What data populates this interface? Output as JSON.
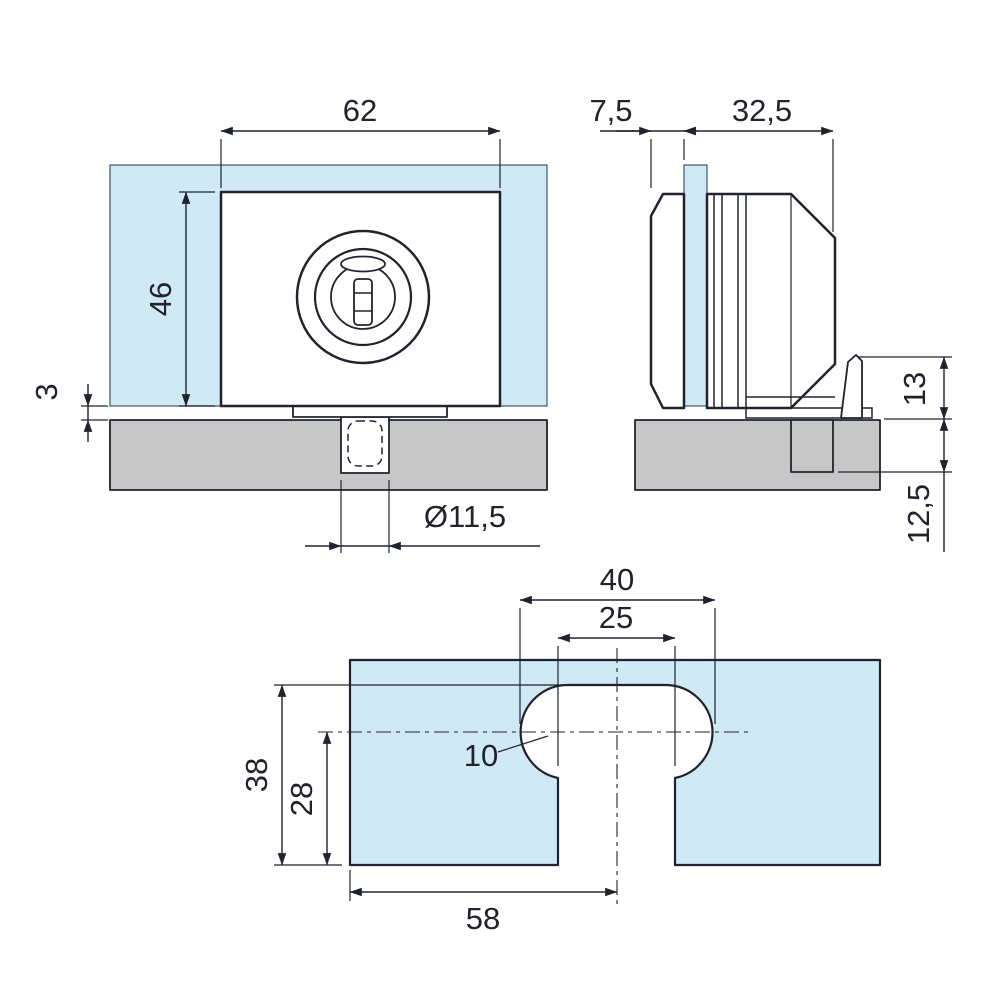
{
  "drawing": {
    "front_view": {
      "width_label": "62",
      "height_label": "46",
      "floor_gap_label": "3",
      "pin_diameter_label": "Ø11,5"
    },
    "side_view": {
      "glass_offset_label": "7,5",
      "body_depth_label": "32,5",
      "latch_height_label": "13",
      "pin_depth_label": "12,5"
    },
    "cutout_view": {
      "cutout_width_label": "40",
      "slot_width_label": "25",
      "corner_radius_label": "10",
      "cutout_height_label": "38",
      "center_height_label": "28",
      "edge_distance_label": "58"
    },
    "colors": {
      "glass": "#cfe9f5",
      "floor": "#c7c7c7",
      "line": "#20232e"
    }
  }
}
